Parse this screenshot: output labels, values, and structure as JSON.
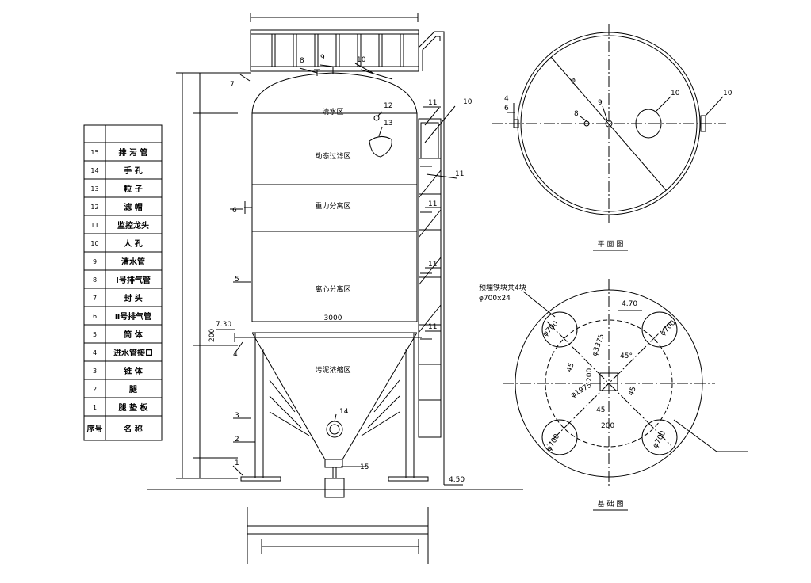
{
  "parts_table": {
    "header_no": "序号",
    "header_name": "名  称",
    "rows": [
      {
        "no": "15",
        "name": "排 污 管"
      },
      {
        "no": "14",
        "name": "手  孔"
      },
      {
        "no": "13",
        "name": "粒  子"
      },
      {
        "no": "12",
        "name": "滤  帽"
      },
      {
        "no": "11",
        "name": "监控龙头"
      },
      {
        "no": "10",
        "name": "人  孔"
      },
      {
        "no": "9",
        "name": "清水管"
      },
      {
        "no": "8",
        "name": "Ⅰ号排气管"
      },
      {
        "no": "7",
        "name": "封  头"
      },
      {
        "no": "6",
        "name": "Ⅱ号排气管"
      },
      {
        "no": "5",
        "name": "筒  体"
      },
      {
        "no": "4",
        "name": "进水管接口"
      },
      {
        "no": "3",
        "name": "锥  体"
      },
      {
        "no": "2",
        "name": "腿"
      },
      {
        "no": "1",
        "name": "腿 垫 板"
      }
    ]
  },
  "elevation": {
    "zones": [
      "清水区",
      "动态过滤区",
      "重力分离区",
      "离心分离区",
      "污泥浓缩区"
    ],
    "diameter_dim": "3000",
    "inlet_elev": "7.30",
    "inlet_size": "200",
    "base_elev": "4.50",
    "callouts": [
      "1",
      "2",
      "3",
      "4",
      "5",
      "6",
      "7",
      "8",
      "9",
      "10",
      "11",
      "12",
      "13",
      "14",
      "15"
    ]
  },
  "plan": {
    "title": "平 面 图",
    "callouts": [
      "4",
      "6",
      "8",
      "9",
      "10",
      "10"
    ],
    "ring_mark": "φ"
  },
  "foundation": {
    "title": "基 础 图",
    "note_line1": "预埋铁块共4块",
    "note_line2": "φ700x24",
    "top_elev": "4.70",
    "pad_dims": [
      "φ700",
      "φ700",
      "φ700",
      "φ700"
    ],
    "dim_outer": "φ3375",
    "dim_inner": "φ1975",
    "dim_square": "200",
    "dim_square2": "200",
    "dim_45": "45",
    "angle_45": "45°"
  }
}
